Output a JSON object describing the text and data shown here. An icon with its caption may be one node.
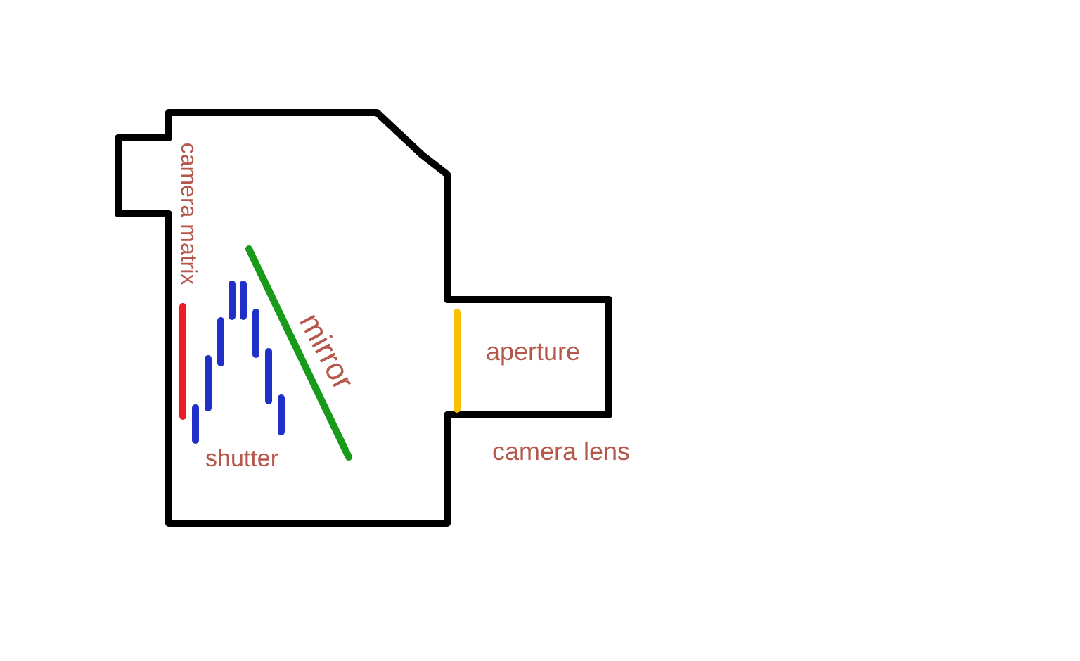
{
  "diagram": {
    "labels": [
      "camera matrix",
      "mirror",
      "shutter",
      "aperture",
      "camera lens"
    ]
  }
}
